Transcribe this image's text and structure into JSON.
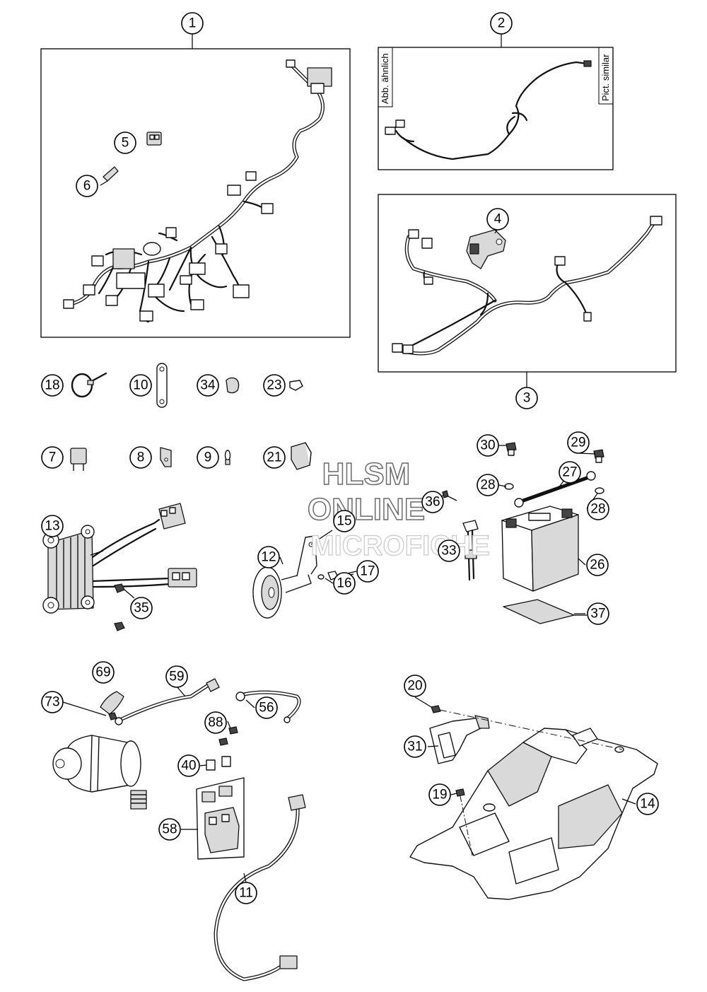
{
  "notes": {
    "abb_aehnlich": "Abb. ähnlich",
    "pict_similar": "Pict. similar"
  },
  "watermark": {
    "line1": "HLSM",
    "line2": "ONLINE",
    "line3": "MICROFICHE"
  },
  "callouts": [
    "1",
    "2",
    "3",
    "4",
    "5",
    "6",
    "7",
    "8",
    "9",
    "10",
    "11",
    "12",
    "13",
    "14",
    "15",
    "16",
    "17",
    "18",
    "19",
    "20",
    "21",
    "23",
    "26",
    "27",
    "28",
    "29",
    "30",
    "31",
    "33",
    "34",
    "35",
    "36",
    "37",
    "40",
    "56",
    "58",
    "59",
    "69",
    "73",
    "88"
  ]
}
